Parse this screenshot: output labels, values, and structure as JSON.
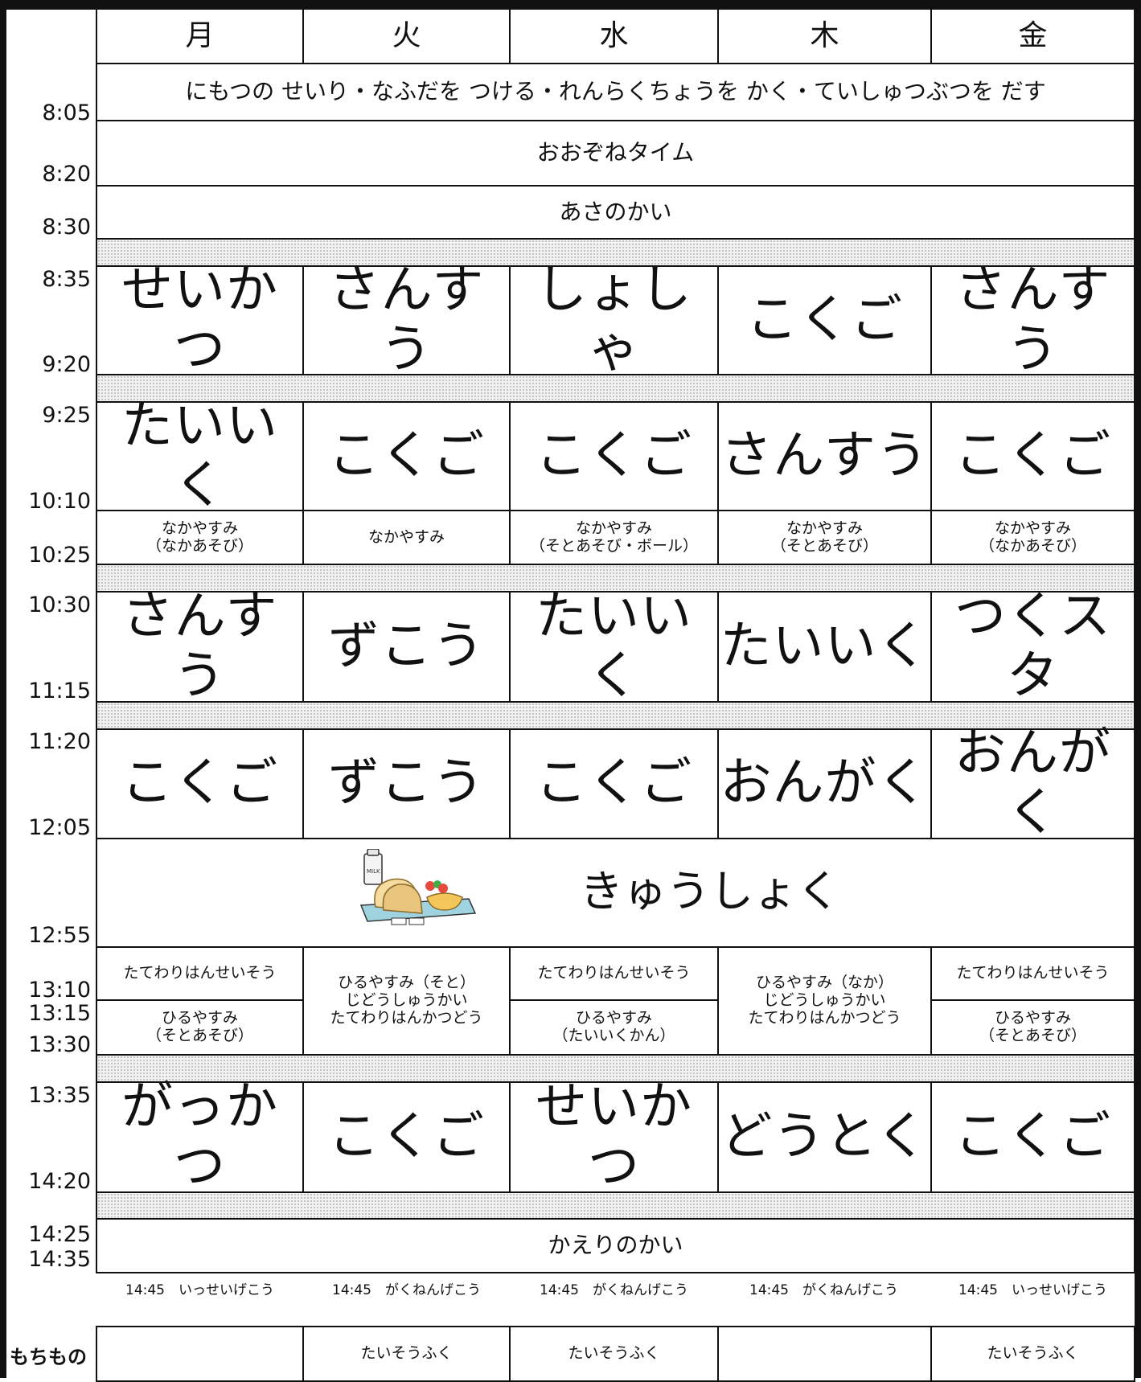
{
  "days": [
    "月",
    "火",
    "水",
    "木",
    "金"
  ],
  "rows": {
    "prep": "にもつの せいり・なふだを つける・れんらくちょうを かく・ていしゅつぶつを だす",
    "ozone": "おおぞねタイム",
    "morning": "あさのかい",
    "p1": [
      "せいかつ",
      "さんすう",
      "しょしゃ",
      "こくご",
      "さんすう"
    ],
    "p2": [
      "たいいく",
      "こくご",
      "こくご",
      "さんすう",
      "こくご"
    ],
    "break": [
      {
        "line1": "なかやすみ",
        "line2": "（なかあそび）"
      },
      {
        "line1": "なかやすみ",
        "line2": ""
      },
      {
        "line1": "なかやすみ",
        "line2": "（そとあそび・ボール）"
      },
      {
        "line1": "なかやすみ",
        "line2": "（そとあそび）"
      },
      {
        "line1": "なかやすみ",
        "line2": "（なかあそび）"
      }
    ],
    "p3": [
      "さんすう",
      "ずこう",
      "たいいく",
      "たいいく",
      "つくスタ"
    ],
    "p4": [
      "こくご",
      "ずこう",
      "こくご",
      "おんがく",
      "おんがく"
    ],
    "lunch": "きゅうしょく",
    "noon": {
      "mon": {
        "top": "たてわりはんせいそう",
        "bottom1": "ひるやすみ",
        "bottom2": "（そとあそび）"
      },
      "tue": {
        "l1": "ひるやすみ（そと）",
        "l2": "じどうしゅうかい",
        "l3": "たてわりはんかつどう"
      },
      "wed": {
        "top": "たてわりはんせいそう",
        "bottom1": "ひるやすみ",
        "bottom2": "（たいいくかん）"
      },
      "thu": {
        "l1": "ひるやすみ（なか）",
        "l2": "じどうしゅうかい",
        "l3": "たてわりはんかつどう"
      },
      "fri": {
        "top": "たてわりはんせいそう",
        "bottom1": "ひるやすみ",
        "bottom2": "（そとあそび）"
      }
    },
    "p5": [
      "がっかつ",
      "こくご",
      "せいかつ",
      "どうとく",
      "こくご"
    ],
    "closing": "かえりのかい"
  },
  "times": [
    "8:05",
    "8:20",
    "8:30",
    "8:35",
    "9:20",
    "9:25",
    "10:10",
    "10:25",
    "10:30",
    "11:15",
    "11:20",
    "12:05",
    "12:55",
    "13:10",
    "13:15",
    "13:30",
    "13:35",
    "14:20",
    "14:25",
    "14:35"
  ],
  "dismissal": [
    "14:45　いっせいげこう",
    "14:45　がくねんげこう",
    "14:45　がくねんげこう",
    "14:45　がくねんげこう",
    "14:45　いっせいげこう"
  ],
  "mochimono": {
    "label": "もちもの",
    "items": [
      "",
      "たいそうふく",
      "たいそうふく",
      "",
      "たいそうふく"
    ]
  },
  "lunch_image": {
    "icon": "school-lunch-tray-icon",
    "milk_label": "MILK"
  }
}
